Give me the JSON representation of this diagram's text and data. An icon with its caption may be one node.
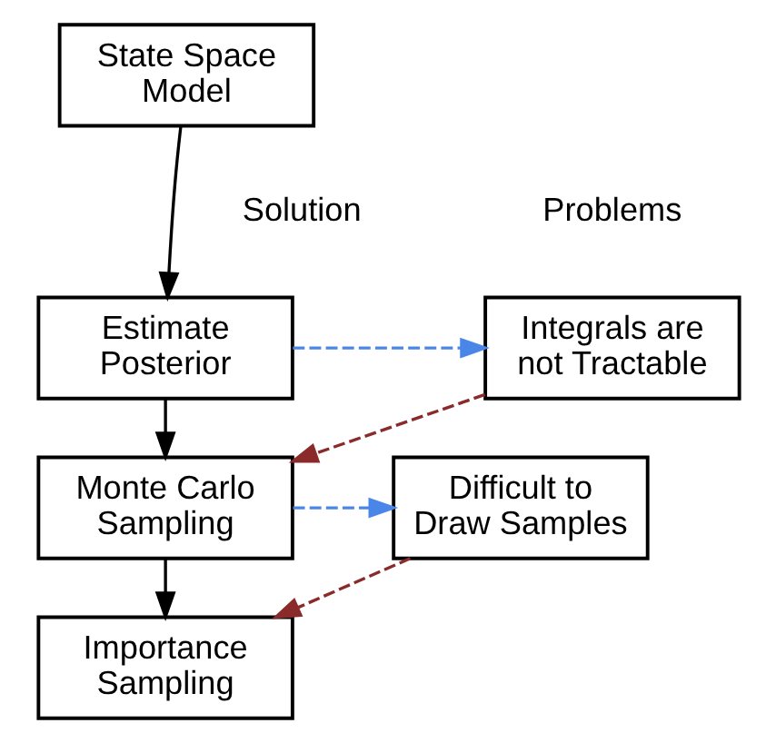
{
  "diagram": {
    "nodes": [
      {
        "text": [
          "State Space Model"
        ]
      },
      {
        "text": [
          "Estimate Posterior"
        ]
      },
      {
        "text": [
          "Integrals are not Tractable"
        ]
      },
      {
        "text": [
          "Monte Carlo Sampling"
        ]
      },
      {
        "text": [
          "Difficult to Draw Samples"
        ]
      },
      {
        "text": [
          "Importance Sampling"
        ]
      }
    ],
    "edges": [
      {
        "from": 0,
        "to": 1,
        "arrow": "to"
      },
      {
        "from": 1,
        "to": 2,
        "arrow": "to",
        "style": "dashed",
        "color": "#4a86e8"
      },
      {
        "from": 2,
        "to": 3,
        "arrow": "to",
        "style": "dashed",
        "color": "#8b2a2a"
      },
      {
        "from": 1,
        "to": 3,
        "arrow": "to"
      },
      {
        "from": 3,
        "to": 4,
        "arrow": "to",
        "style": "dashed",
        "color": "#4a86e8"
      },
      {
        "from": 4,
        "to": 5,
        "arrow": "to",
        "style": "dashed",
        "color": "#8b2a2a"
      },
      {
        "from": 3,
        "to": 5,
        "arrow": "to"
      }
    ],
    "labels": [
      "Solution",
      "Problems"
    ]
  }
}
